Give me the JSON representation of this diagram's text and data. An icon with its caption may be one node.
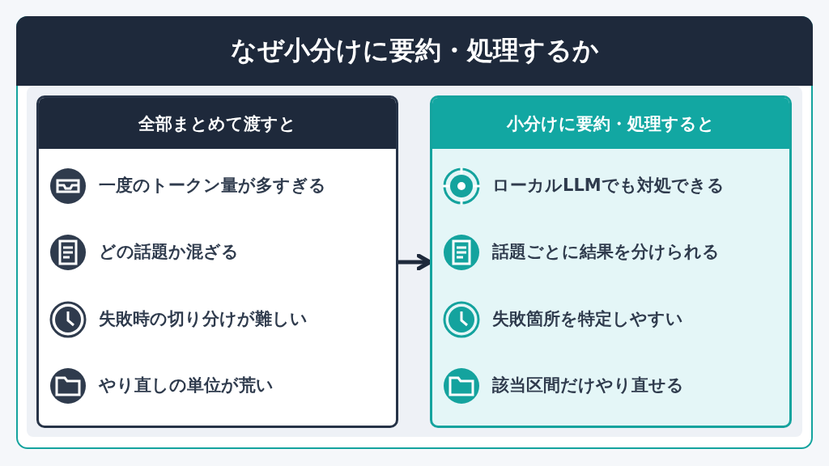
{
  "diagram": {
    "title": "なぜ小分けに要約・処理するか",
    "nodes": [
      {
        "text": [
          "全部まとめて渡すと",
          "一度のトークン量が多すぎる",
          "どの話題か混ざる",
          "失敗時の切り分けが難しい",
          "やり直しの単位が荒い"
        ]
      },
      {
        "text": [
          "小分けに要約・処理すると",
          "ローカルLLMでも対処できる",
          "話題ごとに結果を分けられる",
          "失敗箇所を特定しやすい",
          "該当区間だけやり直せる"
        ]
      }
    ],
    "edges": [
      {
        "from": 0,
        "to": 1,
        "arrow": "to"
      }
    ]
  }
}
